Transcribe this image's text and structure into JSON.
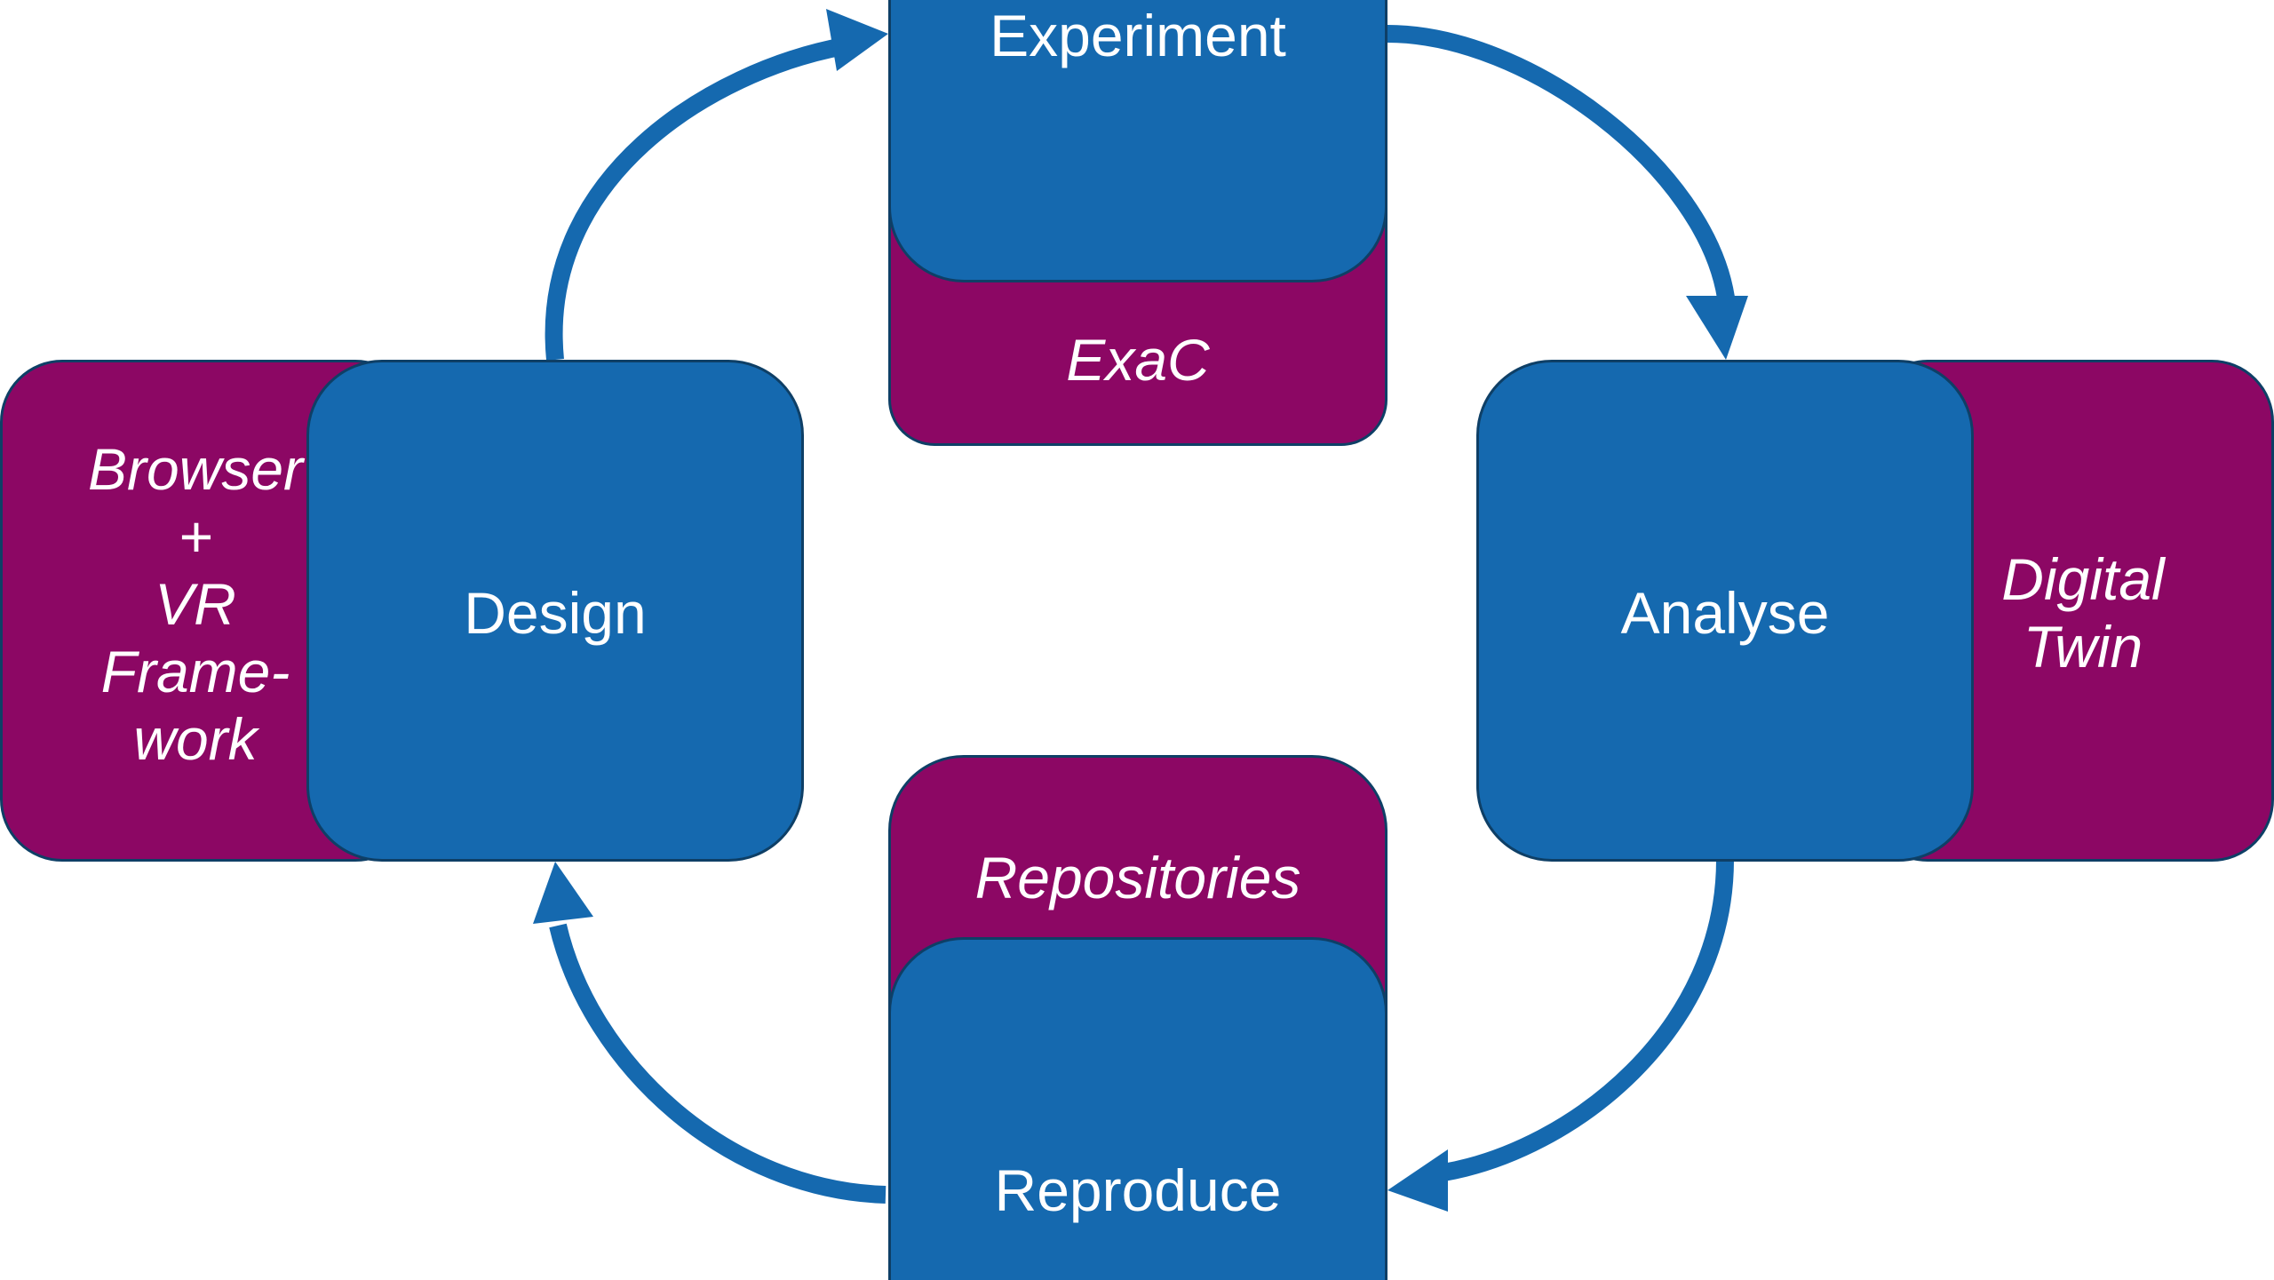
{
  "stages": {
    "experiment": {
      "label": "Experiment",
      "tool": "ExaC"
    },
    "analyse": {
      "label": "Analyse",
      "tool": "Digital\nTwin"
    },
    "reproduce": {
      "label": "Reproduce",
      "tool": "Repositories"
    },
    "design": {
      "label": "Design",
      "tool": "Browser\n+\nVR\nFrame-\nwork"
    }
  },
  "colors": {
    "stage_fill": "#1569af",
    "tool_fill": "#8c0764",
    "arrow": "#1569af",
    "text": "#ffffff"
  }
}
